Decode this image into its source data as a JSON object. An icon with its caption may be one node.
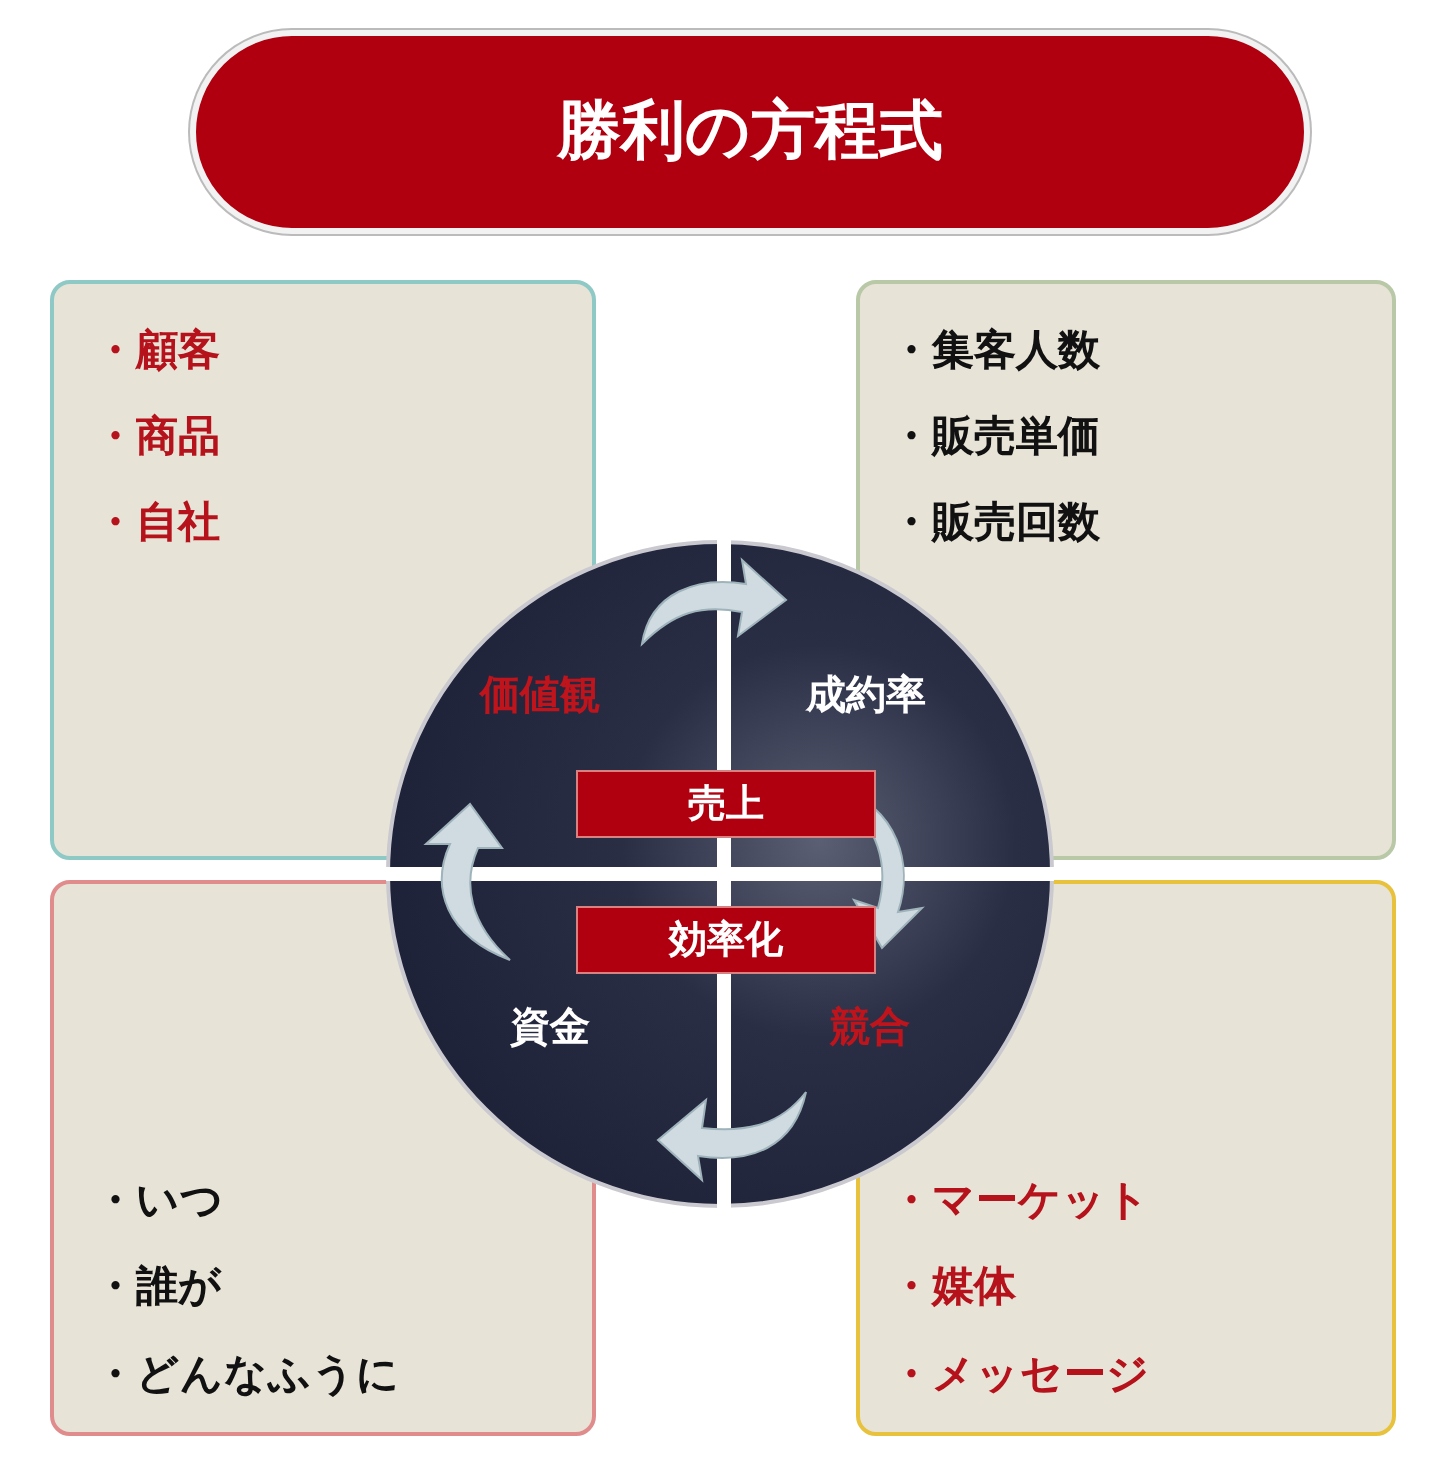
{
  "diagram": {
    "title": "勝利の方程式",
    "nodes": [
      {
        "text": [
          "・顧客",
          "・商品",
          "・自社"
        ]
      },
      {
        "text": [
          "・集客人数",
          "・販売単価",
          "・販売回数"
        ]
      },
      {
        "text": [],
        "shape": "circle"
      },
      {
        "text": [
          "価値観"
        ]
      },
      {
        "text": [
          "成約率"
        ],
        "in": 2
      },
      {
        "text": [
          "売上"
        ],
        "in": 2
      },
      {
        "text": [
          "効率化"
        ],
        "in": 2
      },
      {
        "text": [
          "資金"
        ]
      },
      {
        "text": [
          "競合"
        ],
        "in": 2
      },
      {
        "text": [
          "・いつ",
          "・誰が",
          "・どんなふうに"
        ]
      },
      {
        "text": [
          "・マーケット",
          "・媒体",
          "・メッセージ"
        ]
      }
    ]
  }
}
